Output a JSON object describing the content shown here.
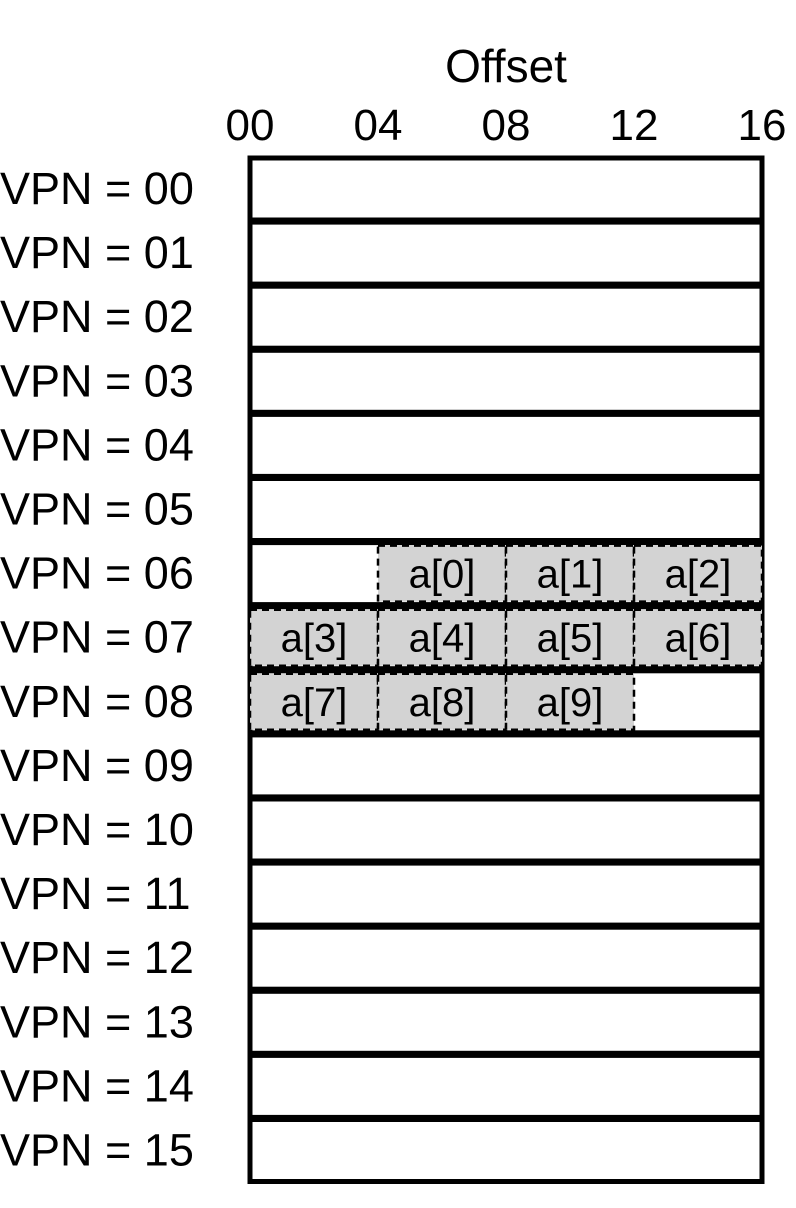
{
  "axis": {
    "title": "Offset",
    "ticks": [
      "00",
      "04",
      "08",
      "12",
      "16"
    ]
  },
  "pages": [
    {
      "label": "VPN = 00"
    },
    {
      "label": "VPN = 01"
    },
    {
      "label": "VPN = 02"
    },
    {
      "label": "VPN = 03"
    },
    {
      "label": "VPN = 04"
    },
    {
      "label": "VPN = 05"
    },
    {
      "label": "VPN = 06"
    },
    {
      "label": "VPN = 07"
    },
    {
      "label": "VPN = 08"
    },
    {
      "label": "VPN = 09"
    },
    {
      "label": "VPN = 10"
    },
    {
      "label": "VPN = 11"
    },
    {
      "label": "VPN = 12"
    },
    {
      "label": "VPN = 13"
    },
    {
      "label": "VPN = 14"
    },
    {
      "label": "VPN = 15"
    }
  ],
  "array_elements": [
    {
      "label": "a[0]",
      "vpn": 6,
      "offset": 4
    },
    {
      "label": "a[1]",
      "vpn": 6,
      "offset": 8
    },
    {
      "label": "a[2]",
      "vpn": 6,
      "offset": 12
    },
    {
      "label": "a[3]",
      "vpn": 7,
      "offset": 0
    },
    {
      "label": "a[4]",
      "vpn": 7,
      "offset": 4
    },
    {
      "label": "a[5]",
      "vpn": 7,
      "offset": 8
    },
    {
      "label": "a[6]",
      "vpn": 7,
      "offset": 12
    },
    {
      "label": "a[7]",
      "vpn": 8,
      "offset": 0
    },
    {
      "label": "a[8]",
      "vpn": 8,
      "offset": 4
    },
    {
      "label": "a[9]",
      "vpn": 8,
      "offset": 8
    }
  ],
  "colors": {
    "element_fill": "#d3d3d3",
    "line": "#000000",
    "page_fill": "#ffffff"
  }
}
